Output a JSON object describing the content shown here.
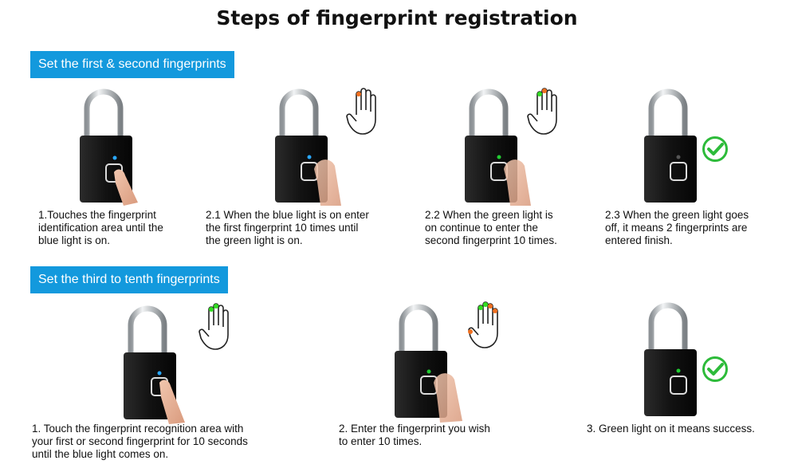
{
  "header": {
    "title": "Steps of fingerprint registration"
  },
  "section1": {
    "banner": "Set the first & second fingerprints",
    "steps": [
      {
        "text": "1.Touches the fingerprint\nidentification area until the\nblue light is on."
      },
      {
        "text": "2.1 When the blue light is on enter\nthe first fingerprint 10 times until\nthe green light is on."
      },
      {
        "text": "2.2 When the green light is\non continue to enter the\nsecond fingerprint 10 times."
      },
      {
        "text": "2.3 When the green light goes\noff, it means 2 fingerprints are\nentered finish."
      }
    ]
  },
  "section2": {
    "banner": "Set the third to tenth fingerprints",
    "steps": [
      {
        "text": "1. Touch the fingerprint recognition area with\nyour first or second fingerprint for 10 seconds\nuntil the blue light comes on."
      },
      {
        "text": "2. Enter the fingerprint you wish\nto enter 10 times."
      },
      {
        "text": "3. Green light on it means success."
      }
    ]
  },
  "icons": {
    "padlock": "padlock-icon",
    "hand": "hand-icon",
    "finger": "finger-press-icon",
    "check": "check-circle-icon"
  },
  "colors": {
    "banner": "#1399dd",
    "led_blue": "#2aa8ff",
    "led_green": "#22cc33",
    "finger_orange": "#f07020",
    "finger_green": "#33dd22",
    "check_green": "#2dbb3a"
  }
}
